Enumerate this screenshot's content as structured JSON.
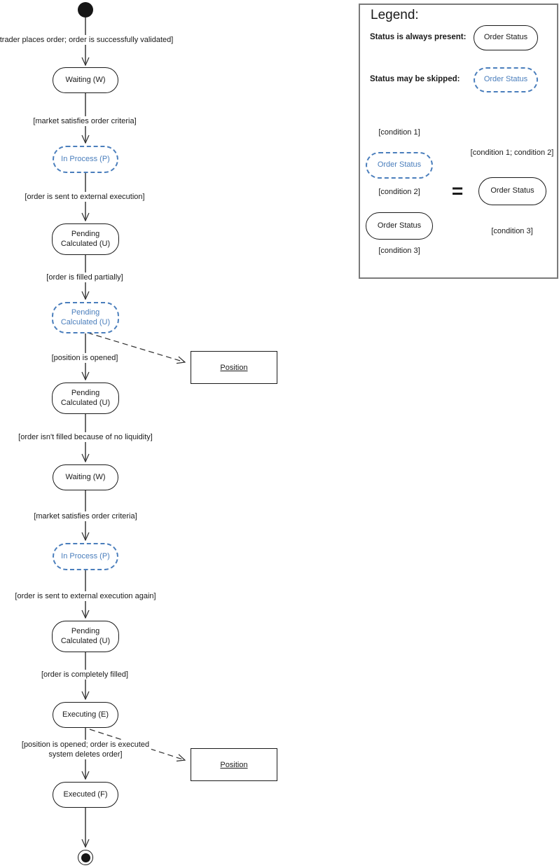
{
  "colors": {
    "skippable_blue": "#4a7ebc",
    "solid_border": "#1a1a1a",
    "edge_gray": "#5a5a5a",
    "legend_border": "#7a7a7a"
  },
  "flow": {
    "start_node": "initial-state",
    "end_node": "final-state",
    "states": [
      {
        "label": "Waiting (W)",
        "style": "solid"
      },
      {
        "label": "In Process (P)",
        "style": "dashed"
      },
      {
        "label": "Pending Calculated (U)",
        "style": "solid"
      },
      {
        "label": "Pending Calculated (U)",
        "style": "dashed"
      },
      {
        "label": "Pending Calculated (U)",
        "style": "solid"
      },
      {
        "label": "Waiting (W)",
        "style": "solid"
      },
      {
        "label": "In Process (P)",
        "style": "dashed"
      },
      {
        "label": "Pending Calculated (U)",
        "style": "solid"
      },
      {
        "label": "Executing (E)",
        "style": "solid"
      },
      {
        "label": "Executed (F)",
        "style": "solid"
      }
    ],
    "guards": [
      "[trader places order; order is successfully validated]",
      "[market satisfies order criteria]",
      "[order is sent to external execution]",
      "[order is filled partially]",
      "[position is opened]",
      "[order isn't filled because of no liquidity]",
      "[market satisfies order criteria]",
      "[order is sent to external execution again]",
      "[order is completely filled]",
      "[position is opened; order is executed\nsystem deletes order]"
    ],
    "artifacts": [
      {
        "label": "Position"
      },
      {
        "label": "Position"
      }
    ]
  },
  "legend": {
    "title": "Legend:",
    "rows": [
      {
        "label": "Status is always present:",
        "state": "Order Status",
        "style": "solid"
      },
      {
        "label": "Status may be skipped:",
        "state": "Order Status",
        "style": "dashed"
      }
    ],
    "example": {
      "left": {
        "conditions": [
          "[condition 1]",
          "[condition 2]",
          "[condition 3]"
        ],
        "states": [
          {
            "label": "Order Status",
            "style": "dashed"
          },
          {
            "label": "Order Status",
            "style": "solid"
          }
        ]
      },
      "equals": "=",
      "right": {
        "conditions": [
          "[condition 1; condition 2]",
          "[condition 3]"
        ],
        "states": [
          {
            "label": "Order Status",
            "style": "solid"
          }
        ]
      }
    }
  }
}
